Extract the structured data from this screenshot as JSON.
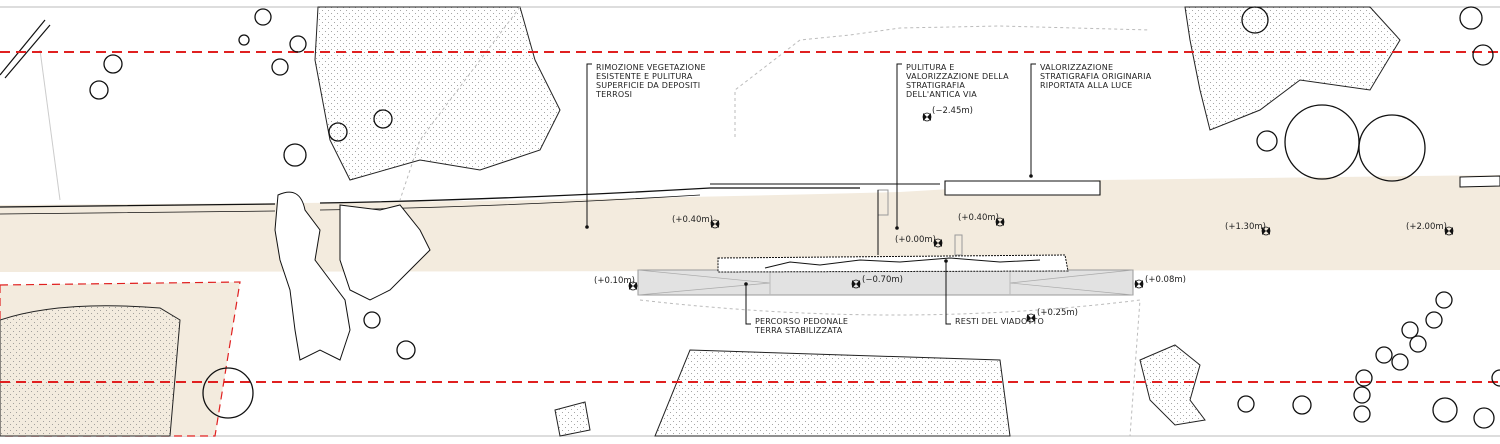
{
  "annotations": {
    "rimozione": [
      "RIMOZIONE VEGETAZIONE",
      "ESISTENTE E PULITURA",
      "SUPERFICIE DA DEPOSITI",
      "TERROSI"
    ],
    "pulitura": [
      "PULITURA E",
      "VALORIZZAZIONE DELLA",
      "STRATIGRAFIA",
      "DELL'ANTICA VIA"
    ],
    "valorizzazione": [
      "VALORIZZAZIONE",
      "STRATIGRAFIA ORIGINARIA",
      "RIPORTATA ALLA LUCE"
    ],
    "percorso": [
      "PERCORSO PEDONALE",
      "TERRA STABILIZZATA"
    ],
    "resti": [
      "RESTI DEL VIADOTTO"
    ]
  },
  "levels": {
    "l1": "(−2.45m)",
    "l2": "(+0.40m)",
    "l3": "(+0.00m)",
    "l4": "(+0.40m)",
    "l5": "(+1.30m)",
    "l6": "(+2.00m)",
    "l7": "(+0.10m)",
    "l8": "(−0.70m)",
    "l9": "(+0.08m)",
    "l10": "(+0.25m)"
  },
  "colors": {
    "ground": "#f3ebde",
    "path": "#e2e2e2",
    "limit_line": "#e02020"
  }
}
